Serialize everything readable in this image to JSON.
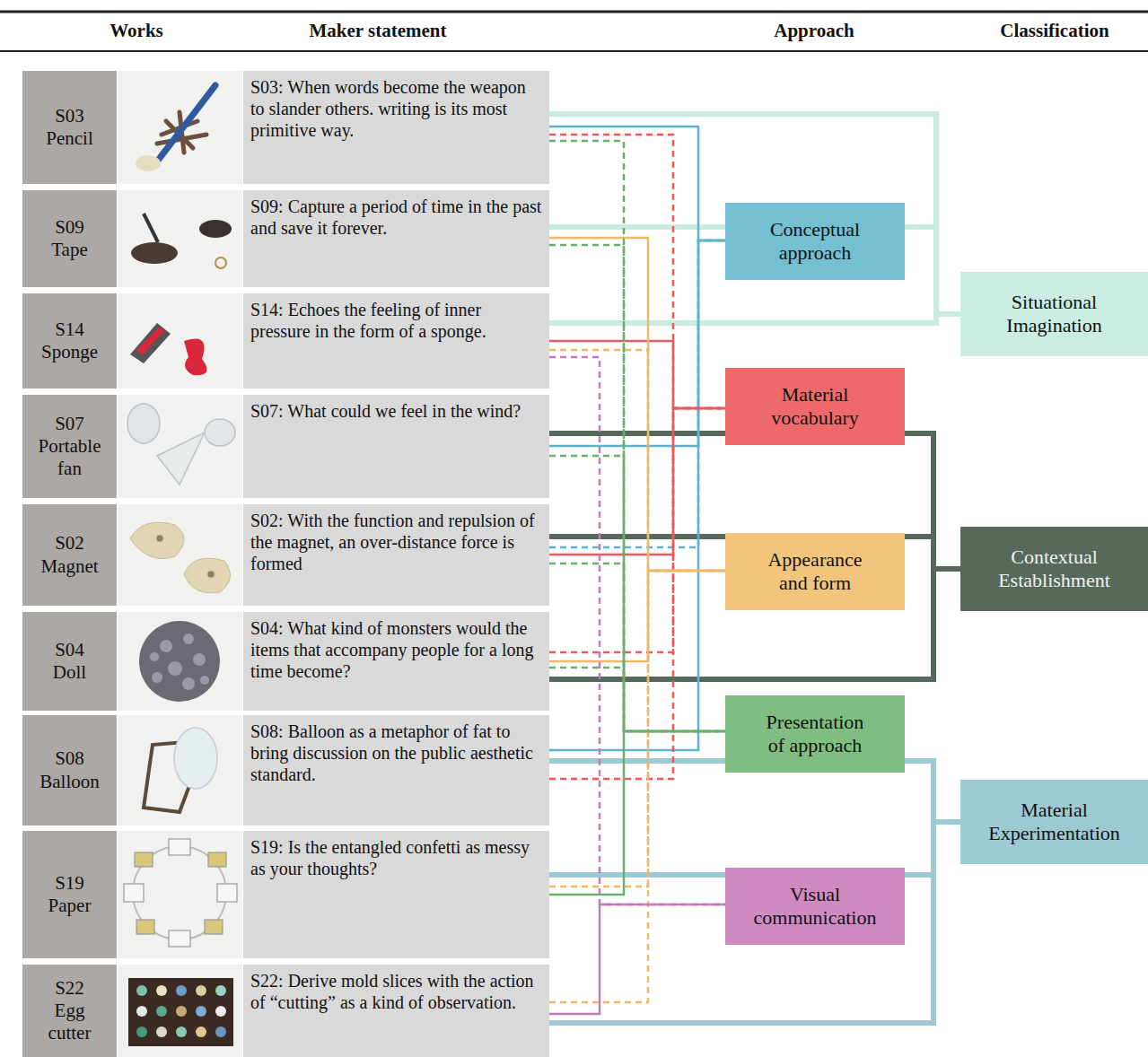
{
  "diagram": {
    "nodes": [
      {
        "text": [
          "S03 Pencil"
        ]
      },
      {
        "text": [
          "S03: When words become the weapon to slander others. writing is its most primitive way."
        ]
      },
      {
        "text": [
          "S09 Tape"
        ]
      },
      {
        "text": [
          "S09: Capture a period of time in the past and save it forever."
        ]
      },
      {
        "text": [
          "S14 Sponge"
        ]
      },
      {
        "text": [
          "S14: Echoes the feeling of inner pressure in the form of a sponge."
        ]
      },
      {
        "text": [
          "S07 Portable fan"
        ]
      },
      {
        "text": [
          "S07: What could we feel in the wind?"
        ]
      },
      {
        "text": [
          "S02 Magnet"
        ]
      },
      {
        "text": [
          "S02: With the function and repulsion of the magnet, an over-distance force is formed"
        ]
      },
      {
        "text": [
          "S04 Doll"
        ]
      },
      {
        "text": [
          "S04: What kind of monsters would the items that accompany people for a long time become?"
        ]
      },
      {
        "text": [
          "S08 Balloon"
        ]
      },
      {
        "text": [
          "S08: Balloon as a metaphor of fat to bring discussion on the public aesthetic standard."
        ]
      },
      {
        "text": [
          "S19 Paper"
        ]
      },
      {
        "text": [
          "S19: Is the entangled confetti as messy as your thoughts?"
        ]
      },
      {
        "text": [
          "S22 Egg cutter"
        ]
      },
      {
        "text": [
          "S22: Derive mold slices with the action of “cutting” as a kind of observation."
        ]
      },
      {
        "text": [
          "Conceptual approach"
        ]
      },
      {
        "text": [
          "Material vocabulary"
        ]
      },
      {
        "text": [
          "Appearance and form"
        ]
      },
      {
        "text": [
          "Presentation of approach"
        ]
      },
      {
        "text": [
          "Visual communication"
        ]
      },
      {
        "text": [
          "Situational Imagination"
        ]
      },
      {
        "text": [
          "Contextual Establishment"
        ]
      },
      {
        "text": [
          "Material Experimentation"
        ]
      }
    ],
    "edges": [
      {
        "from": 1,
        "to": 18,
        "arrow": "none"
      },
      {
        "from": 7,
        "to": 18,
        "arrow": "none"
      },
      {
        "from": 13,
        "to": 18,
        "arrow": "none"
      },
      {
        "from": 9,
        "to": 18,
        "arrow": "none"
      },
      {
        "from": 5,
        "to": 19,
        "arrow": "none"
      },
      {
        "from": 9,
        "to": 19,
        "arrow": "none"
      },
      {
        "from": 1,
        "to": 19,
        "arrow": "none"
      },
      {
        "from": 11,
        "to": 19,
        "arrow": "none"
      },
      {
        "from": 13,
        "to": 19,
        "arrow": "none"
      },
      {
        "from": 3,
        "to": 20,
        "arrow": "none"
      },
      {
        "from": 11,
        "to": 20,
        "arrow": "none"
      },
      {
        "from": 5,
        "to": 20,
        "arrow": "none"
      },
      {
        "from": 15,
        "to": 20,
        "arrow": "none"
      },
      {
        "from": 17,
        "to": 20,
        "arrow": "none"
      },
      {
        "from": 15,
        "to": 21,
        "arrow": "none"
      },
      {
        "from": 1,
        "to": 21,
        "arrow": "none"
      },
      {
        "from": 3,
        "to": 21,
        "arrow": "none"
      },
      {
        "from": 7,
        "to": 21,
        "arrow": "none"
      },
      {
        "from": 9,
        "to": 21,
        "arrow": "none"
      },
      {
        "from": 11,
        "to": 21,
        "arrow": "none"
      },
      {
        "from": 17,
        "to": 22,
        "arrow": "none"
      },
      {
        "from": 5,
        "to": 22,
        "arrow": "none"
      },
      {
        "from": 1,
        "to": 23,
        "arrow": "none"
      },
      {
        "from": 3,
        "to": 23,
        "arrow": "none"
      },
      {
        "from": 5,
        "to": 23,
        "arrow": "none"
      },
      {
        "from": 7,
        "to": 24,
        "arrow": "none"
      },
      {
        "from": 9,
        "to": 24,
        "arrow": "none"
      },
      {
        "from": 11,
        "to": 24,
        "arrow": "none"
      },
      {
        "from": 13,
        "to": 25,
        "arrow": "none"
      },
      {
        "from": 15,
        "to": 25,
        "arrow": "none"
      },
      {
        "from": 17,
        "to": 25,
        "arrow": "none"
      }
    ],
    "labels": [
      "Works",
      "Maker statement",
      "Approach",
      "Classification"
    ]
  }
}
